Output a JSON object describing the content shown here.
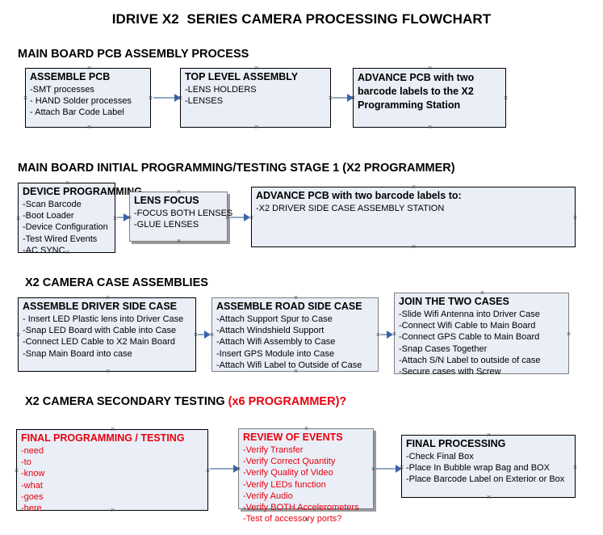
{
  "title": "IDRIVE X2  SERIES CAMERA PROCESSING FLOWCHART",
  "sections": [
    {
      "id": "main-board-pcb-assembly",
      "heading": "MAIN BOARD PCB ASSEMBLY PROCESS",
      "heading_accent": "",
      "boxes": [
        {
          "id": "assemble-pcb",
          "title": "ASSEMBLE PCB",
          "lines": [
            "-SMT processes",
            "- HAND Solder processes",
            "- Attach Bar Code Label"
          ]
        },
        {
          "id": "top-level-assembly",
          "title": "TOP LEVEL ASSEMBLY",
          "lines": [
            "-LENS HOLDERS",
            "-LENSES"
          ]
        },
        {
          "id": "advance-pcb-to-x2-programming-station",
          "title": "ADVANCE PCB with two barcode labels to the X2 Programming Station",
          "lines": []
        }
      ]
    },
    {
      "id": "main-board-initial-programming",
      "heading": "MAIN BOARD INITIAL PROGRAMMING/TESTING STAGE 1 (X2 PROGRAMMER)",
      "heading_accent": "",
      "boxes": [
        {
          "id": "device-programming",
          "title": "DEVICE PROGRAMMING",
          "lines": [
            "-Scan Barcode",
            "-Boot Loader",
            "-Device Configuration",
            "-Test Wired Events",
            "-AC SYNC"
          ]
        },
        {
          "id": "lens-focus",
          "title": "LENS FOCUS",
          "lines": [
            "-FOCUS BOTH LENSES",
            "-GLUE LENSES"
          ]
        },
        {
          "id": "advance-pcb-to-driver-side-case-station",
          "title": "ADVANCE PCB with two barcode labels to:",
          "lines": [
            "-X2 DRIVER  SIDE  CASE  ASSEMBLY STATION"
          ]
        }
      ]
    },
    {
      "id": "x2-camera-case-assemblies",
      "heading": "X2 CAMERA CASE ASSEMBLIES",
      "heading_accent": "",
      "boxes": [
        {
          "id": "assemble-driver-side-case",
          "title": "ASSEMBLE DRIVER SIDE CASE",
          "lines": [
            "- Insert LED Plastic lens into Driver Case",
            "-Snap LED Board with Cable into Case",
            "-Connect LED Cable to X2 Main Board",
            "-Snap Main Board into case"
          ]
        },
        {
          "id": "assemble-road-side-case",
          "title": "ASSEMBLE ROAD SIDE CASE",
          "lines": [
            "-Attach Support Spur to Case",
            "-Attach Windshield Support",
            "-Attach Wifi Assembly to Case",
            "-Insert GPS Module into Case",
            "-Attach Wifi Label to Outside of Case"
          ]
        },
        {
          "id": "join-the-two-cases",
          "title": "JOIN THE TWO CASES",
          "lines": [
            "-Slide Wifi Antenna into Driver Case",
            "-Connect Wifi Cable to Main Board",
            "-Connect GPS Cable to Main Board",
            "-Snap Cases Together",
            "-Attach S/N Label to outside of case",
            "-Secure cases with Screw"
          ]
        }
      ]
    },
    {
      "id": "x2-camera-secondary-testing",
      "heading": "X2 CAMERA SECONDARY TESTING ",
      "heading_accent": "(x6 PROGRAMMER)?",
      "boxes": [
        {
          "id": "final-programming-testing",
          "title": "FINAL PROGRAMMING / TESTING",
          "lines": [
            "-need",
            "-to",
            "-know",
            "-what",
            "-goes",
            "-here"
          ]
        },
        {
          "id": "review-of-events",
          "title": "REVIEW OF EVENTS",
          "lines": [
            "-Verify Transfer",
            "-Verify Correct Quantity",
            "-Verify Quality of Video",
            "-Verify LEDs function",
            "-Verify Audio",
            "-Verify BOTH Accelerometers",
            "-Test of accessory ports?"
          ]
        },
        {
          "id": "final-processing",
          "title": "FINAL PROCESSING",
          "lines": [
            " -Check Final Box",
            "-Place In Bubble wrap Bag and BOX",
            "-Place Barcode Label on Exterior or Box"
          ]
        }
      ]
    }
  ],
  "colors": {
    "box_fill": "#e9eef7",
    "box_border": "#000000",
    "box_border_gray": "#808080",
    "connector": "#8fa9c4",
    "arrowhead": "#3a62a8",
    "accent_red": "#e8010e",
    "text": "#000000"
  }
}
